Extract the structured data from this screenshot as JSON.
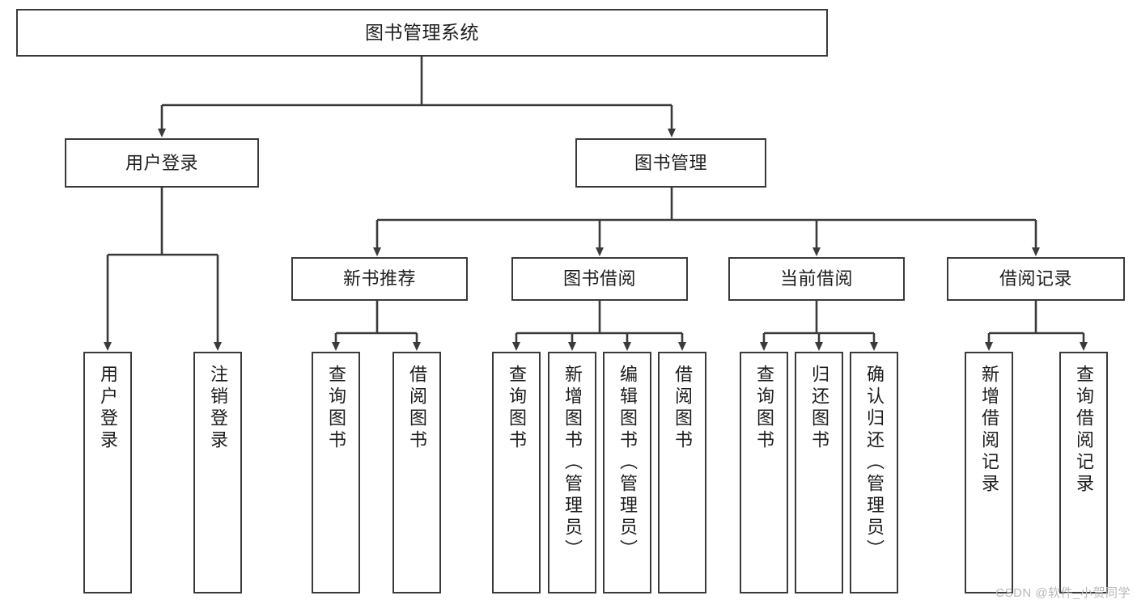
{
  "diagram": {
    "title": "图书管理系统",
    "type": "functional-structure-tree",
    "colors": {
      "box_border": "#3a3a3a",
      "box_fill": "#ffffff",
      "connector": "#3a3a3a",
      "text": "#1d1d1d",
      "watermark": "#b9b9b9",
      "background": "#ffffff"
    },
    "root": {
      "label": "图书管理系统"
    },
    "level1": [
      {
        "label": "用户登录"
      },
      {
        "label": "图书管理"
      }
    ],
    "level2": [
      {
        "label": "新书推荐"
      },
      {
        "label": "图书借阅"
      },
      {
        "label": "当前借阅"
      },
      {
        "label": "借阅记录"
      }
    ],
    "leaves": {
      "user_login": [
        {
          "label": "用户登录"
        },
        {
          "label": "注销登录"
        }
      ],
      "new_book_recommend": [
        {
          "label": "查询图书"
        },
        {
          "label": "借阅图书"
        }
      ],
      "book_borrow": [
        {
          "label": "查询图书"
        },
        {
          "label": "新增图书（管理员）"
        },
        {
          "label": "编辑图书（管理员）"
        },
        {
          "label": "借阅图书"
        }
      ],
      "current_borrow": [
        {
          "label": "查询图书"
        },
        {
          "label": "归还图书"
        },
        {
          "label": "确认归还（管理员）"
        }
      ],
      "borrow_record": [
        {
          "label": "新增借阅记录"
        },
        {
          "label": "查询借阅记录"
        }
      ]
    }
  },
  "watermark": {
    "text": "CSDN @软件_小贺同学"
  }
}
